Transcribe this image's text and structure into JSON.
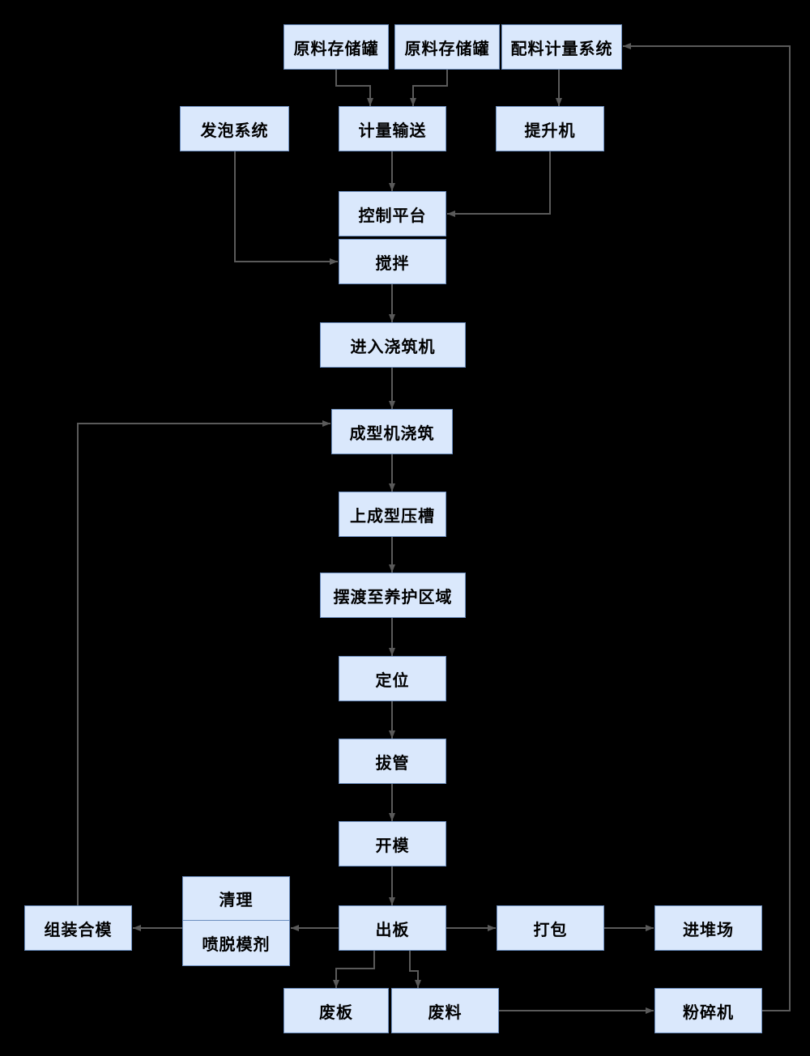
{
  "diagram": {
    "colors": {
      "background": "#000000",
      "box_fill": "#dae8fc",
      "box_border": "#6c8ebf",
      "line_color": "#5a5a5a",
      "text_color": "#000000"
    },
    "nodes": {
      "tank1": {
        "label": "原料存储罐"
      },
      "tank2": {
        "label": "原料存储罐"
      },
      "batching": {
        "label": "配料计量系统"
      },
      "foaming": {
        "label": "发泡系统"
      },
      "metering": {
        "label": "计量输送"
      },
      "hoist": {
        "label": "提升机"
      },
      "control": {
        "label": "控制平台"
      },
      "mixing": {
        "label": "搅拌"
      },
      "enter_pouring": {
        "label": "进入浇筑机"
      },
      "forming_pouring": {
        "label": "成型机浇筑"
      },
      "press_groove": {
        "label": "上成型压槽"
      },
      "ferry_curing": {
        "label": "摆渡至养护区域"
      },
      "positioning": {
        "label": "定位"
      },
      "tube_pulling": {
        "label": "拔管"
      },
      "mold_opening": {
        "label": "开模"
      },
      "cleaning": {
        "label": "清理"
      },
      "release_agent": {
        "label": "喷脱模剂"
      },
      "mold_assembly": {
        "label": "组装合模"
      },
      "board_out": {
        "label": "出板"
      },
      "packing": {
        "label": "打包"
      },
      "stack_yard": {
        "label": "进堆场"
      },
      "waste_board": {
        "label": "废板"
      },
      "waste_material": {
        "label": "废料"
      },
      "crusher": {
        "label": "粉碎机"
      }
    },
    "edges": [
      {
        "from": "tank1",
        "to": "metering"
      },
      {
        "from": "tank2",
        "to": "metering"
      },
      {
        "from": "batching",
        "to": "hoist"
      },
      {
        "from": "metering",
        "to": "control"
      },
      {
        "from": "hoist",
        "to": "control"
      },
      {
        "from": "foaming",
        "to": "mixing"
      },
      {
        "from": "mixing",
        "to": "enter_pouring"
      },
      {
        "from": "enter_pouring",
        "to": "forming_pouring"
      },
      {
        "from": "forming_pouring",
        "to": "press_groove"
      },
      {
        "from": "press_groove",
        "to": "ferry_curing"
      },
      {
        "from": "ferry_curing",
        "to": "positioning"
      },
      {
        "from": "positioning",
        "to": "tube_pulling"
      },
      {
        "from": "tube_pulling",
        "to": "mold_opening"
      },
      {
        "from": "mold_opening",
        "to": "board_out"
      },
      {
        "from": "board_out",
        "to": "cleaning"
      },
      {
        "from": "cleaning",
        "to": "mold_assembly"
      },
      {
        "from": "mold_assembly",
        "to": "forming_pouring"
      },
      {
        "from": "board_out",
        "to": "packing"
      },
      {
        "from": "packing",
        "to": "stack_yard"
      },
      {
        "from": "board_out",
        "to": "waste_board"
      },
      {
        "from": "board_out",
        "to": "waste_material"
      },
      {
        "from": "waste_material",
        "to": "crusher"
      },
      {
        "from": "crusher",
        "to": "batching"
      }
    ]
  }
}
